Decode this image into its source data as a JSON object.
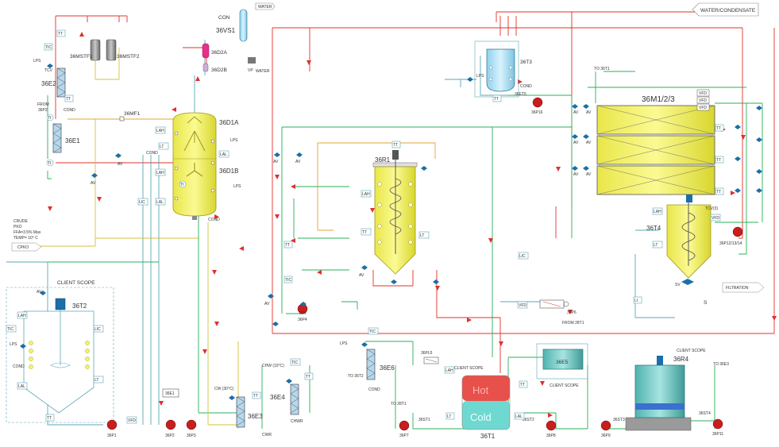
{
  "colors": {
    "vessel_yellow": "#f4f26a",
    "vessel_yellow_dark": "#d8d62e",
    "tank_teal": "#7fd3cf",
    "tank_teal_dark": "#2e7c7c",
    "flask_blue": "#bfe8f7",
    "pipe_green": "#2ab05a",
    "pipe_red": "#e0302a",
    "pipe_orange": "#e8a13a",
    "pipe_yellow": "#d6c23a",
    "pipe_blue": "#5aa7b8",
    "hot_red": "#e8504c",
    "cold_teal": "#6fd8d0",
    "pump_red": "#c81e1e",
    "valve_blue": "#1b6fa8",
    "grey_vessel": "#9a9a9a"
  },
  "equipment": {
    "d1a": "36D1A",
    "d1b": "36D1B",
    "vs1": "36VS1",
    "d2a": "36D2A",
    "d2b": "36D2B",
    "mstf1": "36MSTF1",
    "mstf2": "36MSTF2",
    "e2": "36E2",
    "e1": "36E1",
    "mf1": "36MF1",
    "t2": "36T2",
    "r1": "36R1",
    "t3": "36T3",
    "m123": "36M1/2/3",
    "t4": "36T4",
    "e6": "36E6",
    "pl5": "36PL5",
    "t1": "36T1",
    "e5": "36E5",
    "r4": "36R4",
    "e3": "36E3",
    "e4": "36E4",
    "e1_box": "36E1",
    "p1": "36P1",
    "p2": "36P2",
    "p3": "36P3",
    "p4": "36P4",
    "p6": "36P6",
    "p7": "36P7",
    "p8": "36P8",
    "p9": "36P9",
    "p11": "36P11",
    "p12": "36P12/13/14",
    "p_t3": "36P16",
    "st1": "36ST1",
    "st2": "36ST2",
    "st3": "36ST3",
    "st4": "36ST4",
    "et5": "36ET5"
  },
  "labels": {
    "water_top": "WATER",
    "water_condensate": "WATER/CONDENSATE",
    "con": "CON",
    "vp": "VP",
    "water_vp": "WATER",
    "client_scope_1": "CLIENT SCOPE",
    "client_scope_2": "CLIENT SCOPE",
    "client_scope_3": "CLIENT SCOPE",
    "client_scope_4": "CLIENT SCOPE",
    "crude_1": "CRUDE",
    "crude_2": "PKO",
    "crude_3": "FFA=3.5% Max",
    "crude_4": "TEMP= 10° C",
    "cpko": "CPKO",
    "from_36p2_1": "FROM",
    "from_36p2_2": "36P2",
    "cond_e2": "COND",
    "lps_e2": "LPS",
    "tcv_e2": "TCV",
    "lps_d1a": "LPS",
    "lps_d1b": "LPS",
    "cond_d1": "COND",
    "cond_d1b": "COND",
    "filtration": "FILTRATION",
    "from_28t1": "FROM 28T1",
    "to_36t1": "TO 36T1",
    "hot": "Hot",
    "cold": "Cold",
    "to_36t2": "TO 36T2",
    "to_28t1": "TO 28T1",
    "cond_e6": "COND",
    "lps_e6": "LPS",
    "cw": "CW (30°C)",
    "chw": "CHW (10°C)",
    "chwr": "CHWR",
    "cwr": "CWR",
    "to_36e3": "TO 36E3",
    "sv": "SV",
    "s": "S",
    "lps_t2": "LPS",
    "cond_t2": "COND",
    "cond_t3": "COND",
    "lps_t3": "LPS"
  },
  "instruments": {
    "tt_top": "TT",
    "tic": "TIC",
    "tt_mstf": "TT",
    "ti1": "TI",
    "ti2": "TI",
    "ti3": "TI",
    "lah_d1": "LAH",
    "lt_d1": "LT",
    "lal_d1": "LAL",
    "lah_d1b": "LAH",
    "lal_d1b": "LAL",
    "lic_d1": "LIC",
    "tt_r1": "TT",
    "lah_r1": "LAH",
    "tt_r1b": "TT",
    "lt_r1": "LT",
    "lic_r1": "LIC",
    "tt_r1c": "TT",
    "tic_r1": "TIC",
    "tt_t3": "TT",
    "tt_m": "TT",
    "tt_m2": "TT",
    "tt_m3": "TT",
    "lah_t4": "LAH",
    "lt_t4": "LT",
    "li_t4": "LI",
    "lah_t2": "LAH",
    "tic_t2": "TIC",
    "lic_t2": "LIC",
    "lt_t2": "LT",
    "lal_t2": "LAL",
    "tt_t2": "TT",
    "vfd1": "VFD",
    "vfd2": "VFD",
    "vfd_m1": "VFD",
    "vfd_m2": "VFD",
    "vfd_m3": "VFD",
    "vfd_t4": "VFD",
    "tic_e6": "TIC",
    "lah_t1": "LAH",
    "lt_t1": "LT",
    "lal_t1": "LAL",
    "tt_e3": "TT",
    "tic_e4": "TIC",
    "tt_e4": "TT",
    "av": "AV",
    "tcv": "TCV",
    "tcv3": "TCV(3)"
  }
}
